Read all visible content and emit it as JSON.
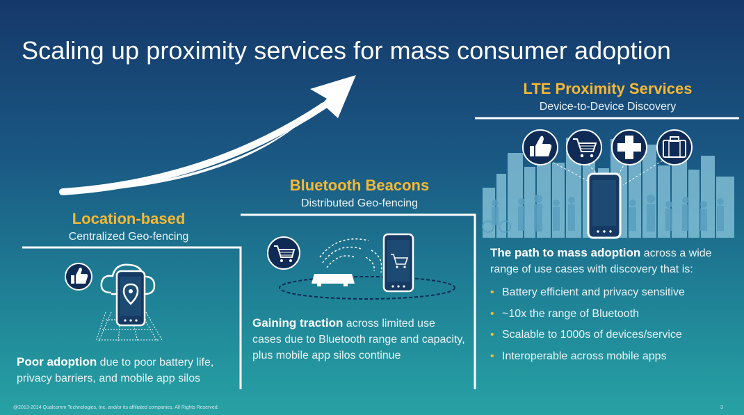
{
  "title": "Scaling up proximity services for mass consumer adoption",
  "stages": {
    "location": {
      "heading": "Location-based",
      "subheading": "Centralized Geo-fencing",
      "bold": "Poor adoption",
      "text": " due to poor battery life, privacy barriers, and mobile app silos"
    },
    "bluetooth": {
      "heading": "Bluetooth Beacons",
      "subheading": "Distributed Geo-fencing",
      "bold": "Gaining traction",
      "text": " across limited use cases due to Bluetooth range and capacity, plus mobile app silos continue"
    },
    "lte": {
      "heading": "LTE Proximity Services",
      "subheading": "Device-to-Device Discovery",
      "bold": "The path to mass adoption",
      "text": " across a wide range of use cases with discovery that is:",
      "bullets": [
        "Battery efficient and privacy sensitive",
        "~10x the range of Bluetooth",
        "Scalable to 1000s of devices/service",
        "Interoperable across mobile apps"
      ]
    }
  },
  "icons": {
    "location": [
      "like-icon",
      "cloud-icon",
      "phone-location-icon"
    ],
    "bluetooth": [
      "shopping-cart-icon",
      "beacon-icon",
      "phone-cart-icon"
    ],
    "lte": [
      "like-icon",
      "shopping-cart-icon",
      "medical-cross-icon",
      "briefcase-icon",
      "phone-icon",
      "city-crowd-icon"
    ]
  },
  "colors": {
    "accent": "#f6b833",
    "background_top": "#15386a",
    "background_bottom": "#27a2a4",
    "icon_circle": "#0f2b55"
  },
  "footer": "@2013-2014 Qualcomm Technologies, Inc. and/or its affiliated companies. All Rights Reserved.",
  "page_number": "3"
}
